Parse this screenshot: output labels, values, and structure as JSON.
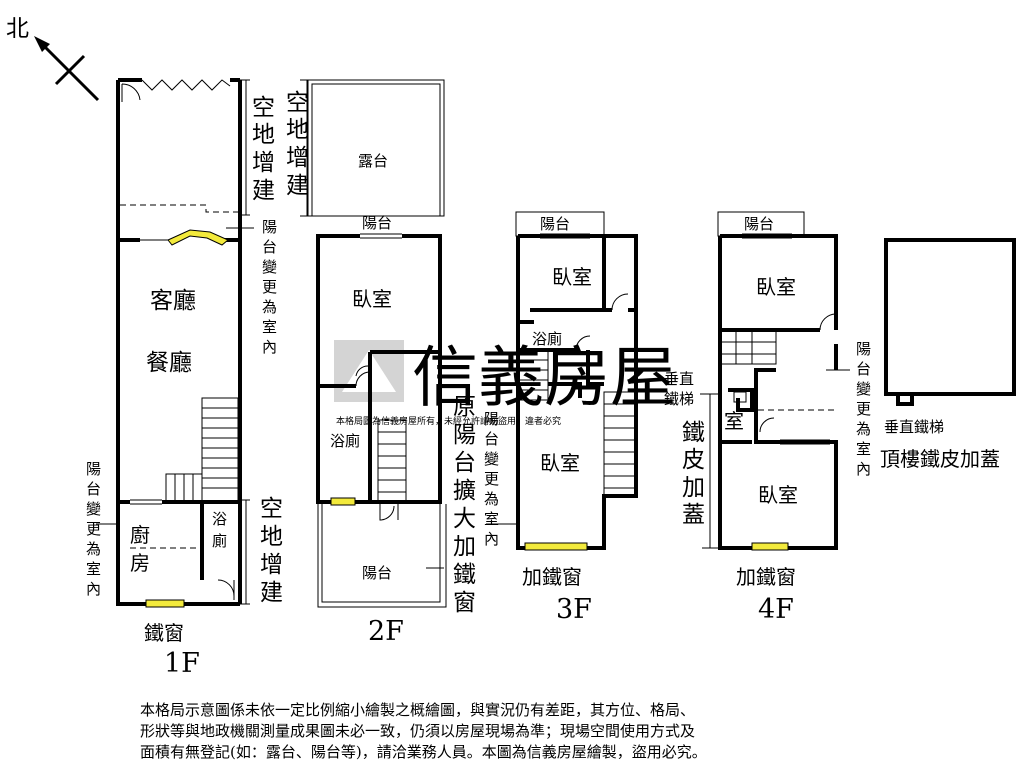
{
  "north": "北",
  "watermark": {
    "brand": "信義房屋",
    "notice": "本格局圖為信義房屋所有，未經允許請勿盜用，違者必究"
  },
  "floors": {
    "f1": {
      "label": "1F",
      "rooms": {
        "living": "客廳",
        "dining": "餐廳",
        "kitchen": "廚房",
        "bath": "浴廁"
      },
      "notes": {
        "open_build_top": "空地增建",
        "balcony_indoor_right": "陽台變更為室內",
        "balcony_indoor_left": "陽台變更為室內",
        "open_build_bottom": "空地增建",
        "window": "鐵窗"
      }
    },
    "f2": {
      "label": "2F",
      "rooms": {
        "terrace": "露台",
        "balcony_top": "陽台",
        "bedroom": "臥室",
        "bath": "浴廁",
        "balcony_bottom": "陽台"
      },
      "notes": {
        "open_build": "空地增建",
        "balcony_expand": "原陽台擴大加鐵窗"
      }
    },
    "f3": {
      "label": "3F",
      "rooms": {
        "balcony": "陽台",
        "bedroom_top": "臥室",
        "bath": "浴廁",
        "bedroom_bottom": "臥室"
      },
      "notes": {
        "balcony_indoor": "陽台變更為室內",
        "window": "加鐵窗"
      }
    },
    "f4": {
      "label": "4F",
      "rooms": {
        "balcony": "陽台",
        "bedroom_top": "臥室",
        "small_room": "室",
        "bedroom_bottom": "臥室"
      },
      "notes": {
        "ladder": "垂直鐵梯",
        "iron_roof": "鐵皮加蓋",
        "balcony_indoor": "陽台變更為室內",
        "window": "加鐵窗"
      }
    },
    "roof": {
      "ladder": "垂直鐵梯",
      "title": "頂樓鐵皮加蓋"
    }
  },
  "disclaimer": [
    "本格局示意圖係未依一定比例縮小繪製之概繪圖，與實況仍有差距，其方位、格局、",
    "形狀等與地政機關測量成果圖未必一致，仍須以房屋現場為準；現場空間使用方式及",
    "面積有無登記(如：露台、陽台等)，請洽業務人員。本圖為信義房屋繪製，盜用必究。"
  ]
}
